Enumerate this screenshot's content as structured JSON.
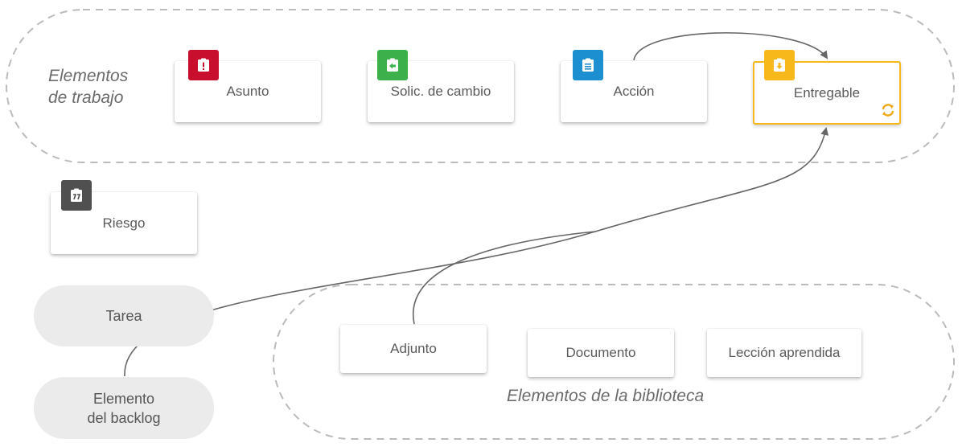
{
  "groups": {
    "work_items": {
      "label_line1": "Elementos",
      "label_line2": "de trabajo"
    },
    "library": {
      "label": "Elementos de la biblioteca"
    }
  },
  "cards": {
    "asunto": {
      "label": "Asunto",
      "icon": "issue-icon",
      "color": "#c8102e"
    },
    "solicitud": {
      "label": "Solic. de cambio",
      "icon": "change-request-icon",
      "color": "#3cb04a"
    },
    "accion": {
      "label": "Acción",
      "icon": "action-clipboard-icon",
      "color": "#1c8fd1"
    },
    "entregable": {
      "label": "Entregable",
      "icon": "deliverable-icon",
      "color": "#f6b81b",
      "selected": true,
      "status_icon": "sync-icon"
    },
    "riesgo": {
      "label": "Riesgo",
      "icon": "risk-icon",
      "color": "#505050"
    },
    "adjunto": {
      "label": "Adjunto"
    },
    "documento": {
      "label": "Documento"
    },
    "leccion": {
      "label": "Lección aprendida"
    }
  },
  "pills": {
    "tarea": {
      "label": "Tarea"
    },
    "backlog": {
      "label_line1": "Elemento",
      "label_line2": "del backlog"
    }
  },
  "colors": {
    "connector": "#666666",
    "group_border": "#bbbbbb",
    "pill_fill": "#ebebeb"
  }
}
